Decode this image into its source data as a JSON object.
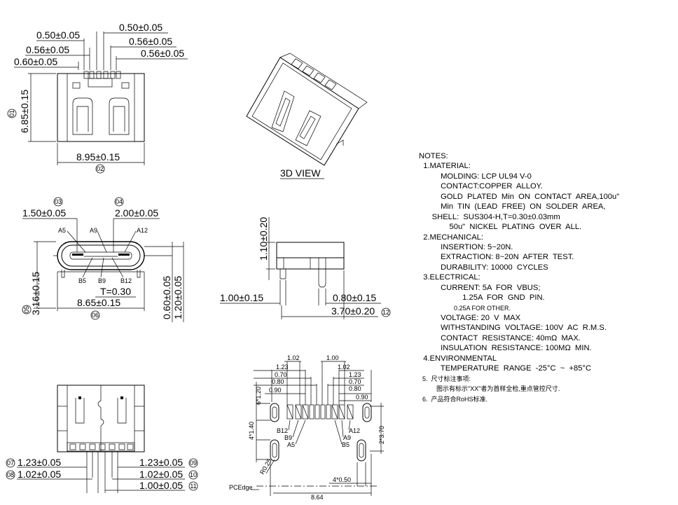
{
  "top_view": {
    "dims_top": [
      "0.50±0.05",
      "0.56±0.05",
      "0.60±0.05",
      "0.50±0.05",
      "0.56±0.05",
      "0.56±0.05"
    ],
    "height": "6.85±0.15",
    "height_tag": "01",
    "width": "8.95±0.15",
    "width_tag": "02"
  },
  "view_3d": {
    "label": "3D VIEW"
  },
  "front_view": {
    "tag_left": "03",
    "tag_right": "04",
    "dim_left": "1.50±0.05",
    "dim_right": "2.00±0.05",
    "pins_top": [
      "A5",
      "A9",
      "A12"
    ],
    "pins_bottom": [
      "B5",
      "B9",
      "B12"
    ],
    "thickness": "T=0.30",
    "width": "8.65±0.15",
    "width_tag": "06",
    "height": "3.16±0.15",
    "height_tag": "05",
    "right_dim_1": "0.60±0.05",
    "right_dim_2": "1.20±0.05"
  },
  "side_view": {
    "height": "1.10±0.20",
    "left": "1.00±0.15",
    "right": "0.80±0.15",
    "length": "3.70±0.20",
    "length_tag": "12"
  },
  "bottom_view": {
    "dims": [
      "1.23±0.05",
      "1.02±0.05",
      "1.23±0.05",
      "1.02±0.05",
      "1.00±0.05"
    ],
    "tags": [
      "07",
      "08",
      "09",
      "10",
      "11"
    ]
  },
  "pcb_layout": {
    "top_dims": [
      "1.02",
      "1.00",
      "1.23",
      "1.02",
      "0.70",
      "0.70",
      "0.80",
      "0.80",
      "0.90",
      "0.90",
      "1.23"
    ],
    "left_dims": [
      "6*1.20",
      "4*1.40"
    ],
    "right_dim": "2*3.70",
    "pins_left": [
      "B12",
      "B9",
      "A5"
    ],
    "pins_right": [
      "A12",
      "A9",
      "B5"
    ],
    "radius": "R0.25",
    "edge_label": "PCEdge",
    "slot": "4*0.50",
    "width": "8.64"
  },
  "notes": {
    "lines": [
      "NOTES:",
      "  1.MATERIAL:",
      "          MOLDING: LCP UL94 V-0",
      "          CONTACT:COPPER  ALLOY.",
      "          GOLD  PLATED  Min  ON  CONTACT  AREA,100u\"",
      "          Min  TIN  (LEAD  FREE)  ON  SOLDER  AREA,",
      "      SHELL:  SUS304-H,T=0.30±0.03mm",
      "              50u\"  NICKEL  PLATING  OVER  ALL.",
      "  2.MECHANICAL:",
      "          INSERTION: 5~20N.",
      "          EXTRACTION: 8~20N  AFTER  TEST.",
      "          DURABILITY: 10000  CYCLES",
      "  3.ELECTRICAL:",
      "          CURRENT: 5A  FOR  VBUS;",
      "                    1.25A  FOR  GND  PIN.",
      "                    0.25A FOR OTHER.",
      "          VOLTAGE: 20  V  MAX",
      "          WITHSTANDING  VOLTAGE: 100V  AC  R.M.S.",
      "          CONTACT  RESISTANCE: 40mΩ  MAX.",
      "          INSULATION  RESISTANCE: 100MΩ  MIN.",
      "  4.ENVIRONMENTAL",
      "          TEMPERATURE  RANGE  -25°C  ~  +85°C",
      "  5.  尺寸标注事项:",
      "          图示有标示\"XX\"者为首样全检,重点管控尺寸.",
      "  6.  产品符合RoHS标准."
    ]
  }
}
